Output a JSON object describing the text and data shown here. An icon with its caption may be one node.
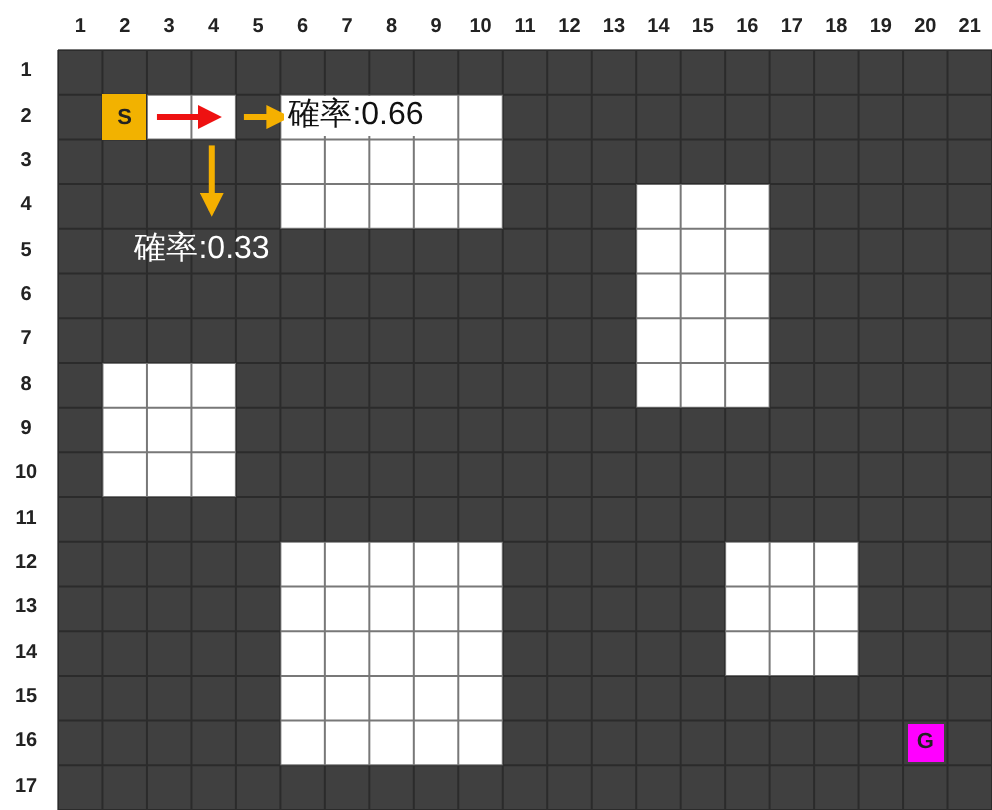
{
  "diagram": {
    "nodes": [
      {
        "text": [
          "S"
        ]
      },
      {
        "text": [
          "G"
        ]
      }
    ],
    "labels": [
      "1",
      "2",
      "3",
      "4",
      "5",
      "6",
      "7",
      "8",
      "9",
      "10",
      "11",
      "12",
      "13",
      "14",
      "15",
      "16",
      "17",
      "18",
      "19",
      "20",
      "21",
      "1",
      "2",
      "3",
      "4",
      "5",
      "6",
      "7",
      "8",
      "9",
      "10",
      "11",
      "12",
      "13",
      "14",
      "15",
      "16",
      "17",
      "確率:0.66",
      "確率:0.33"
    ]
  }
}
